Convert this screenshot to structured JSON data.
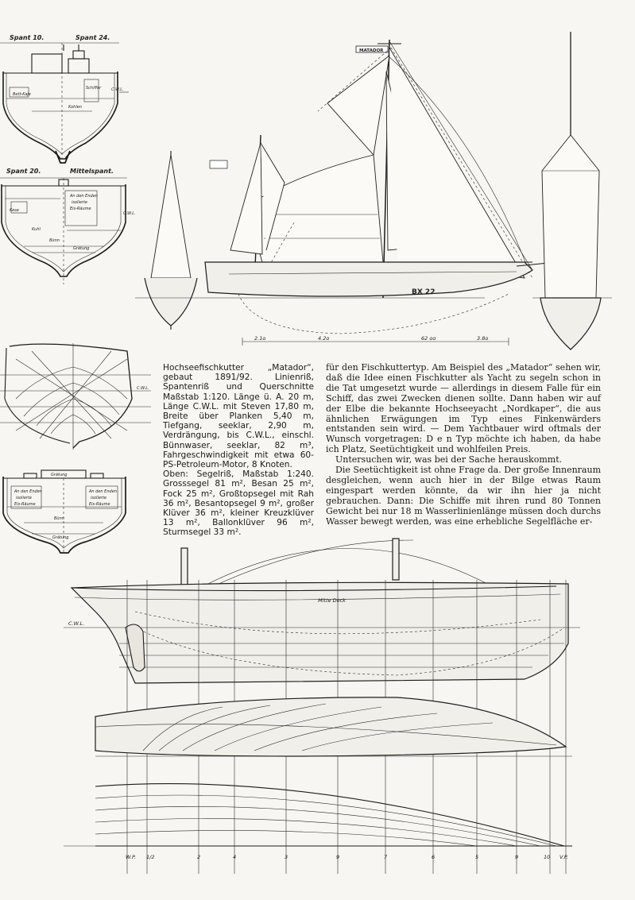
{
  "section_labels": {
    "spant_10": "Spant 10.",
    "spant_24": "Spant 24.",
    "spant_20": "Spant 20.",
    "mittelspant": "Mittelspant.",
    "cwl": "C.W.L."
  },
  "section_notes": {
    "bett_kaje": "Bett-Kaje",
    "schiffer": "Schiffer",
    "kohlen": "Kohlen",
    "kese": "Kese",
    "kuhl": "Kuhl",
    "an_den_enden": "An den Enden",
    "isolierte": "isolierte",
    "eis_raeume": "Eis-Räume",
    "bunn": "Bünn",
    "graetung": "Grätung"
  },
  "boat_name": "MATADOR",
  "registration": "BX 22",
  "caption": {
    "spec": "Hochseefischkutter „Matador“, gebaut 1891/92. Linienriß, Spantenriß und Querschnitte Maßstab 1:120. Länge ü. A. 20 m, Länge C.W.L. mit Steven 17,80 m, Breite über Planken 5,40 m, Tiefgang, seeklar, 2,90 m, Verdrängung, bis C.W.L., einschl. Bünnwaser, seeklar, 82 m³, Fahrgeschwindigkeit mit etwa 60-PS-Petroleum-Motor, 8 Knoten.",
    "sails": "Oben: Segelriß, Maßstab 1:240. Grosssegel 81 m², Besan 25 m², Fock 25 m², Großtopsegel mit Rah 36 m², Besantopsegel 9 m², großer Klüver 36 m², kleiner Kreuzklüver 13 m², Ballonklüver 96 m², Sturmsegel 33 m²."
  },
  "body": {
    "p1": "für den Fischkuttertyp. Am Beispiel des „Matador“ sehen wir, daß die Idee einen Fischkutter als Yacht zu segeln schon in die Tat umgesetzt wurde — allerdings in diesem Falle für ein Schiff, das zwei Zwecken dienen sollte. Dann haben wir auf der Elbe die bekannte Hochseeyacht „Nordkaper“, die aus ähnlichen Erwägungen im Typ eines Finkenwärders entstanden sein wird. — Dem Yachtbauer wird oftmals der Wunsch vorgetragen: D e n Typ möchte ich haben, da habe ich Platz, Seetüchtigkeit und wohlfeilen Preis.",
    "p2": "Untersuchen wir, was bei der Sache herauskommt.",
    "p3": "Die Seetüchtigkeit ist ohne Frage da. Der große Innenraum desgleichen, wenn auch hier in der Bilge etwas Raum eingespart werden könnte, da wir ihn hier ja nicht gebrauchen. Dann: Die Schiffe mit ihren rund 80 Tonnen Gewicht bei nur 18 m Wasserlinienlänge müssen doch durchs Wasser bewegt werden, was eine erhebliche Segelfläche er-"
  },
  "dimension_labels": {
    "d1": "2.1o",
    "d2": "4.2o",
    "d3": "62 oo",
    "d4": "3.8o"
  },
  "lines_labels": {
    "mitte_deck": "Mitte Deck",
    "cwl": "C.W.L.",
    "stations": [
      "W.P.",
      "1/2",
      "2",
      "4",
      "3",
      "9",
      "7",
      "6",
      "5",
      "9",
      "10",
      "V.P."
    ]
  }
}
